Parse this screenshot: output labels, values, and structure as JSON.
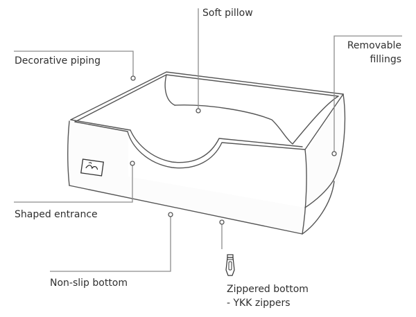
{
  "labels": {
    "soft_pillow": "Soft pillow",
    "decorative_piping": "Decorative piping",
    "removable_fillings": "Removable\nfillings",
    "shaped_entrance": "Shaped entrance",
    "non_slip_bottom": "Non-slip bottom",
    "zippered_bottom": "Zippered bottom\n- YKK zippers"
  },
  "icons": {
    "brand_tag": "brand-tag-icon",
    "zipper": "zipper-pull-icon"
  },
  "colors": {
    "line": "#555555",
    "leader": "#8c8c8c",
    "text": "#2f2f2f"
  }
}
